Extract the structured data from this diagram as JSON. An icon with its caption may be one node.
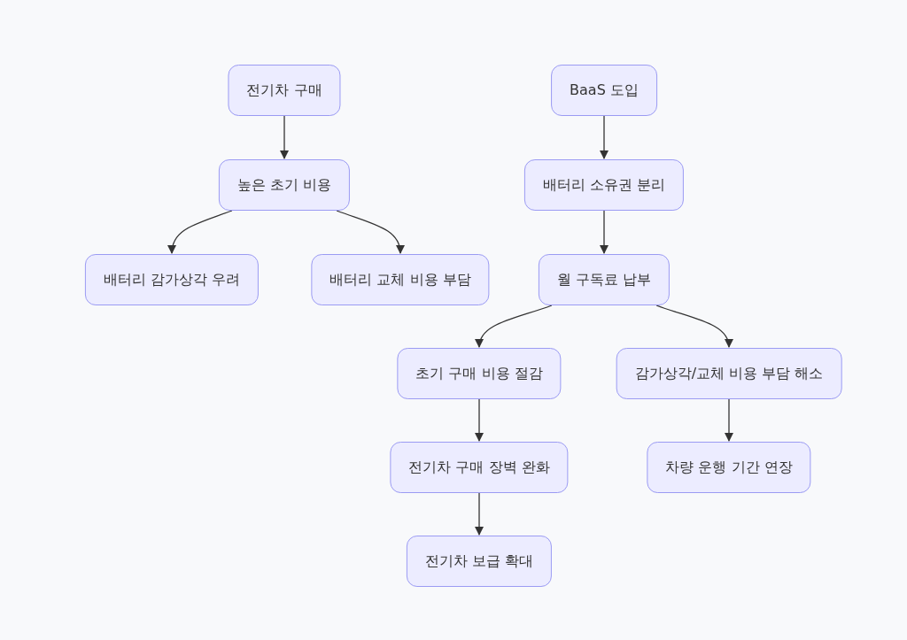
{
  "diagram": {
    "nodes": [
      {
        "text": [
          "전기차 구매"
        ]
      },
      {
        "text": [
          "높은 초기 비용"
        ]
      },
      {
        "text": [
          "배터리 감가상각 우려"
        ]
      },
      {
        "text": [
          "배터리 교체 비용 부담"
        ]
      },
      {
        "text": [
          "BaaS 도입"
        ]
      },
      {
        "text": [
          "배터리 소유권 분리"
        ]
      },
      {
        "text": [
          "월 구독료 납부"
        ]
      },
      {
        "text": [
          "초기 구매 비용 절감"
        ]
      },
      {
        "text": [
          "감가상각/교체 비용 부담 해소"
        ]
      },
      {
        "text": [
          "전기차 구매 장벽 완화"
        ]
      },
      {
        "text": [
          "차량 운행 기간 연장"
        ]
      },
      {
        "text": [
          "전기차 보급 확대"
        ]
      }
    ],
    "edges": [
      {
        "from": 0,
        "to": 1,
        "arrow": "to"
      },
      {
        "from": 1,
        "to": 2,
        "arrow": "to"
      },
      {
        "from": 1,
        "to": 3,
        "arrow": "to"
      },
      {
        "from": 4,
        "to": 5,
        "arrow": "to"
      },
      {
        "from": 5,
        "to": 6,
        "arrow": "to"
      },
      {
        "from": 6,
        "to": 7,
        "arrow": "to"
      },
      {
        "from": 6,
        "to": 8,
        "arrow": "to"
      },
      {
        "from": 7,
        "to": 9,
        "arrow": "to"
      },
      {
        "from": 9,
        "to": 11,
        "arrow": "to"
      },
      {
        "from": 8,
        "to": 10,
        "arrow": "to"
      }
    ]
  }
}
